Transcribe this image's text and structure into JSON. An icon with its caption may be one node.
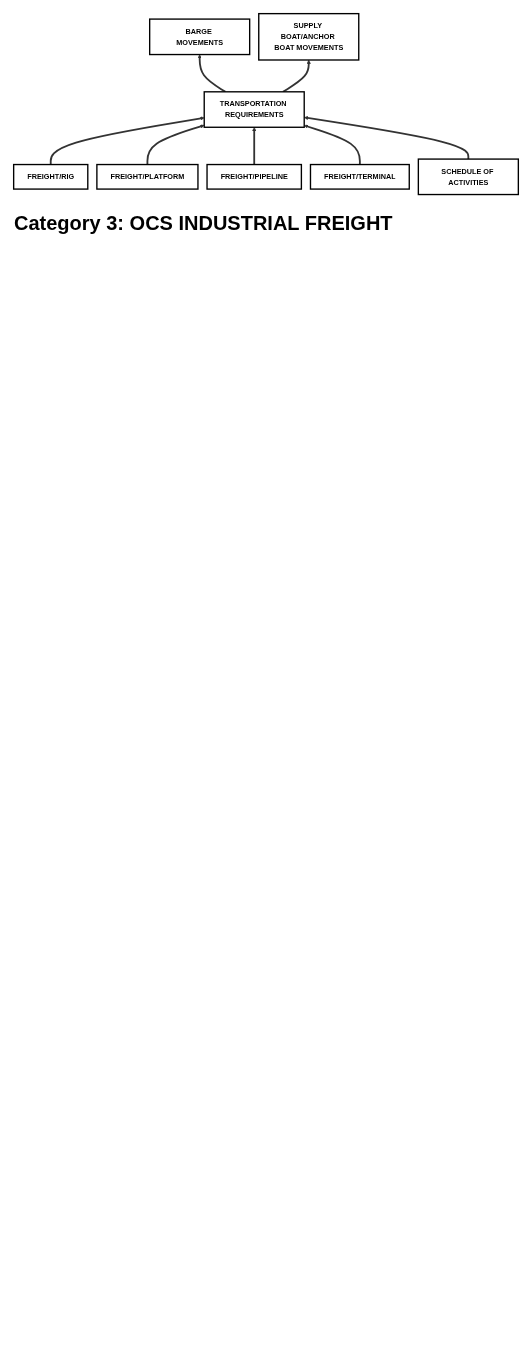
{
  "diagram": {
    "title": "Category 3: OCS INDUSTRIAL FREIGHT",
    "nodes": [
      {
        "text": [
          "FREIGHT/RIG"
        ]
      },
      {
        "text": [
          "FREIGHT/PLATFORM"
        ]
      },
      {
        "text": [
          "FREIGHT/PIPELINE"
        ]
      },
      {
        "text": [
          "FREIGHT/TERMINAL"
        ]
      },
      {
        "text": [
          "SCHEDULE OF ACTIVITIES"
        ]
      },
      {
        "text": [
          "TRANSPORTATION REQUIREMENTS"
        ]
      },
      {
        "text": [
          "BARGE MOVEMENTS"
        ]
      },
      {
        "text": [
          "SUPPLY BOAT/ANCHOR BOAT MOVEMENTS"
        ]
      }
    ],
    "edges": [
      {
        "from": 0,
        "to": 5,
        "arrow": "to"
      },
      {
        "from": 1,
        "to": 5,
        "arrow": "to"
      },
      {
        "from": 2,
        "to": 5,
        "arrow": "to"
      },
      {
        "from": 3,
        "to": 5,
        "arrow": "to"
      },
      {
        "from": 4,
        "to": 5,
        "arrow": "to"
      },
      {
        "from": 5,
        "to": 6,
        "arrow": "to"
      },
      {
        "from": 5,
        "to": 7,
        "arrow": "to"
      }
    ]
  }
}
